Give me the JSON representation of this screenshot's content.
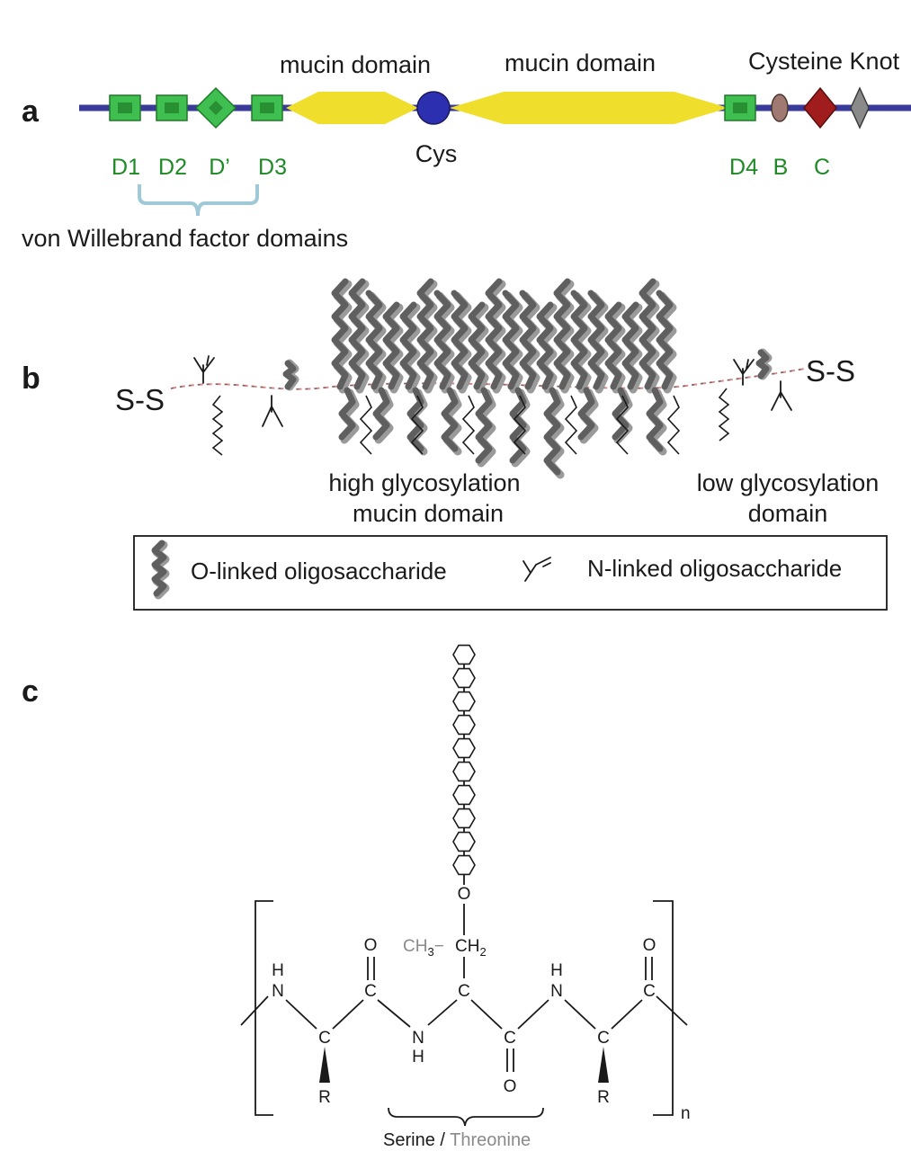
{
  "panel_a": {
    "letter": "a",
    "mucin_label_1": "mucin domain",
    "mucin_label_2": "mucin domain",
    "cysteine_knot_label": "Cysteine Knot",
    "cys_label": "Cys",
    "domain_labels": [
      "D1",
      "D2",
      "D’",
      "D3",
      "D4",
      "B",
      "C"
    ],
    "vwf_label": "von Willebrand factor domains",
    "colors": {
      "backbone": "#3a3a9a",
      "vwd_domain": "#3fbf4f",
      "mucin": "#f0de2c",
      "cys": "#2b2fb0",
      "b_domain": "#a07a70",
      "c_domain": "#a11c1c",
      "ck": "#8a8a8a"
    }
  },
  "panel_b": {
    "letter": "b",
    "ss_left": "S-S",
    "ss_right": "S-S",
    "high_glyc_line1": "high glycosylation",
    "high_glyc_line2": "mucin domain",
    "low_glyc_line1": "low glycosylation",
    "low_glyc_line2": "domain",
    "legend_o_linked": "O-linked oligosaccharide",
    "legend_n_linked": "N-linked oligosaccharide"
  },
  "panel_c": {
    "letter": "c",
    "atoms": {
      "O": "O",
      "H": "H",
      "N": "N",
      "C": "C",
      "R": "R",
      "ch3": "CH",
      "ch3_sub": "3",
      "dash": "−",
      "ch2": "CH",
      "ch2_sub": "2"
    },
    "repeat_subscript": "n",
    "serine_label": "Serine / ",
    "threonine_label": "Threonine"
  }
}
